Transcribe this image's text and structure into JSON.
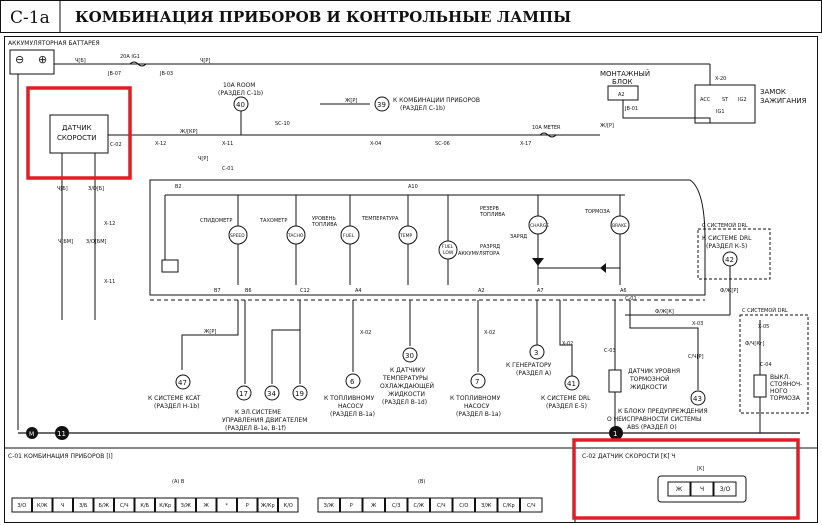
{
  "header": {
    "code": "C-1a",
    "title": "КОМБИНАЦИЯ ПРИБОРОВ И КОНТРОЛЬНЫЕ ЛАМПЫ"
  },
  "battery": {
    "label": "АККУМУЛЯТОРНАЯ БАТТАРЕЯ",
    "minus": "⊖",
    "plus": "⊕"
  },
  "fuses": {
    "ig1": "20A IG1",
    "jb07": "JB-07",
    "jb03": "JB-03",
    "room": "10A ROOM",
    "room_ref": "(РАЗДЕЛ С-1b)",
    "meter": "10A METER"
  },
  "blocks": {
    "mounting": [
      "МОНТАЖНЫЙ",
      "БЛОК"
    ],
    "a2": "A2",
    "jb01": "JB-01",
    "ignition": [
      "ЗАМОК",
      "ЗАЖИГАНИЯ"
    ],
    "x20": "X-20",
    "ign_acc": "ACC",
    "ign_st": "ST",
    "ign_ig2": "IG2",
    "ign_ig1": "IG1",
    "speed_sensor": [
      "ДАТЧИК",
      "СКОРОСТИ"
    ],
    "c02": "C-02"
  },
  "wires": {
    "cb": "Ч[Б]",
    "cp": "Ч[Р]",
    "zhp": "Ж[Р]",
    "zhp2": "Ж/[Р]",
    "zhkkp": "Ж/[КР]",
    "cbm": "Ч[БМ]",
    "zobm": "З/О[БМ]",
    "zob": "З/О[Б]",
    "cbi": "Ч[Б]",
    "fzh": "Ф/Ж[Р]",
    "soll": "С/Ч[Р]",
    "fzhk": "Ф/Ж[К]",
    "fchr": "Ф/Ч[Кг]"
  },
  "connectors": {
    "x12": "X-12",
    "x11": "X-11",
    "x04": "X-04",
    "x17": "X-17",
    "x02": "X-02",
    "x03": "X-03",
    "x05": "X-05",
    "c01": "C-01",
    "c03": "C-03",
    "c04": "C-04",
    "sc10": "SC-10",
    "sc06": "SC-06"
  },
  "circles": {
    "n40": "40",
    "n39": "39",
    "n42": "42",
    "n43": "43",
    "n47": "47",
    "n17": "17",
    "n34": "34",
    "n19": "19",
    "n6": "6",
    "n30": "30",
    "n7": "7",
    "n3": "3",
    "n41": "41",
    "n11": "11",
    "n1": "1",
    "m": "M"
  },
  "refs": {
    "combo": [
      "К КОМБИНАЦИИ ПРИБОРОВ",
      "(РАЗДЕЛ С-1b)"
    ],
    "drl_box": [
      "С СИСТЕМОЙ DRL",
      "К СИСТЕМЕ DRL",
      "(РАЗДЕЛ К-5)"
    ],
    "drl2": [
      "С СИСТЕМОЙ DRL",
      "ВЫКЛ.",
      "СТОЯНОЧ-",
      "НОГО",
      "ТОРМОЗА"
    ],
    "ksat": [
      "К СИСТЕМЕ KCAT",
      "(РАЗДЕЛ H-1b)"
    ],
    "engine": [
      "К ЭЛ.СИСТЕМЕ",
      "УПРАВЛЕНИЯ ДВИГАТЕЛЕМ",
      "(РАЗДЕЛ B-1e, B-1f)"
    ],
    "fuelpump1": [
      "К ТОПЛИВНОМУ",
      "НАСОСУ",
      "(РАЗДЕЛ B-1a)"
    ],
    "temp": [
      "К ДАТЧИКУ",
      "ТЕМПЕРАТУРЫ",
      "ОХЛАЖДАЮЩЕЙ",
      "ЖИДКОСТИ",
      "(РАЗДЕЛ B-1d)"
    ],
    "fuelpump2": [
      "К ТОПЛИВНОМУ",
      "НАСОСУ",
      "(РАЗДЕЛ B-1a)"
    ],
    "gen": [
      "К ГЕНЕРАТОРУ",
      "(РАЗДЕЛ A)"
    ],
    "drl3": [
      "К СИСТЕМЕ DRL",
      "(РАЗДЕЛ E-5)"
    ],
    "brakefluid": [
      "ДАТЧИК УРОВНЯ",
      "ТОРМОЗНОЙ",
      "ЖИДКОСТИ"
    ],
    "abs": [
      "К БЛОКУ ПРЕДУПРЕЖДЕНИЯ",
      "О НЕИСПРАВНОСТИ СИСТЕМЫ",
      "ABS (РАЗДЕЛ O)"
    ]
  },
  "gauges": {
    "speedo": "СПИДОМЕТР",
    "tach": "ТАХОМЕТР",
    "fuel_lvl": [
      "УРОВЕНЬ",
      "ТОПЛИВА"
    ],
    "temp": "ТЕМПЕРАТУРА",
    "fuel_res": [
      "РЕЗЕРВ",
      "ТОПЛИВА"
    ],
    "charge": "ЗАРЯД",
    "batt_disch": [
      "РАЗРЯД",
      "АККУМУЛЯТОРА"
    ],
    "brake": "ТОРМОЗА",
    "speed_g": "SPEED",
    "tach_g": "TACHO",
    "fuel_g": "FUEL",
    "temp_g": "TEMP",
    "fuel_low": [
      "FUEL",
      "LOW"
    ],
    "charge_g": "CHARGE",
    "brake_g": "BRAKE"
  },
  "pins": {
    "b7": "B7",
    "b6": "B6",
    "c12": "C12",
    "a4": "A4",
    "a2": "A2",
    "a7": "A7",
    "a6": "A6",
    "b2": "B2",
    "a10": "A10"
  },
  "bottom": {
    "left_title": "C-01 КОМБИНАЦИЯ ПРИБОРОВ [I]",
    "right_title": "C-02 ДАТЧИК СКОРОСТИ [K] Ч",
    "group_a": "(A) B",
    "group_b": "(B)",
    "k_label": "[K]",
    "left_pins": [
      "З/О",
      "К/Ж",
      "Ч",
      "З/Б",
      "Б/Ж",
      "С/Ч",
      "К/Б",
      "К/Кр",
      "З/Ж",
      "Ж",
      "*",
      "Р",
      "Ж/Кр",
      "К/О"
    ],
    "mid_pins": [
      "З/Ж",
      "Р",
      "Ж",
      "С/З",
      "С/Ж",
      "С/Ч",
      "С/О",
      "З/Ж",
      "С/Кр",
      "С/Ч"
    ],
    "c02_pins": [
      "Ж",
      "Ч",
      "З/О"
    ]
  }
}
